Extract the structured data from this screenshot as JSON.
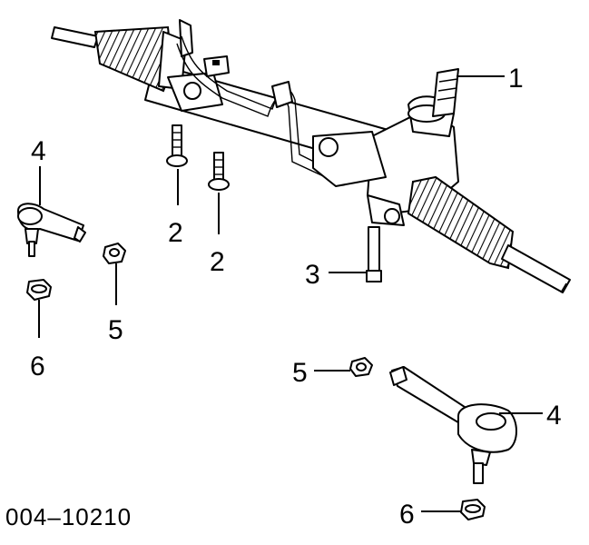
{
  "diagram": {
    "reference_number": "004–10210",
    "callouts": {
      "c1": "1",
      "c2a": "2",
      "c2b": "2",
      "c3": "3",
      "c4_left": "4",
      "c4_right": "4",
      "c5_left": "5",
      "c5_right": "5",
      "c6_left": "6",
      "c6_right": "6"
    },
    "colors": {
      "line": "#000000",
      "background": "#ffffff"
    }
  }
}
